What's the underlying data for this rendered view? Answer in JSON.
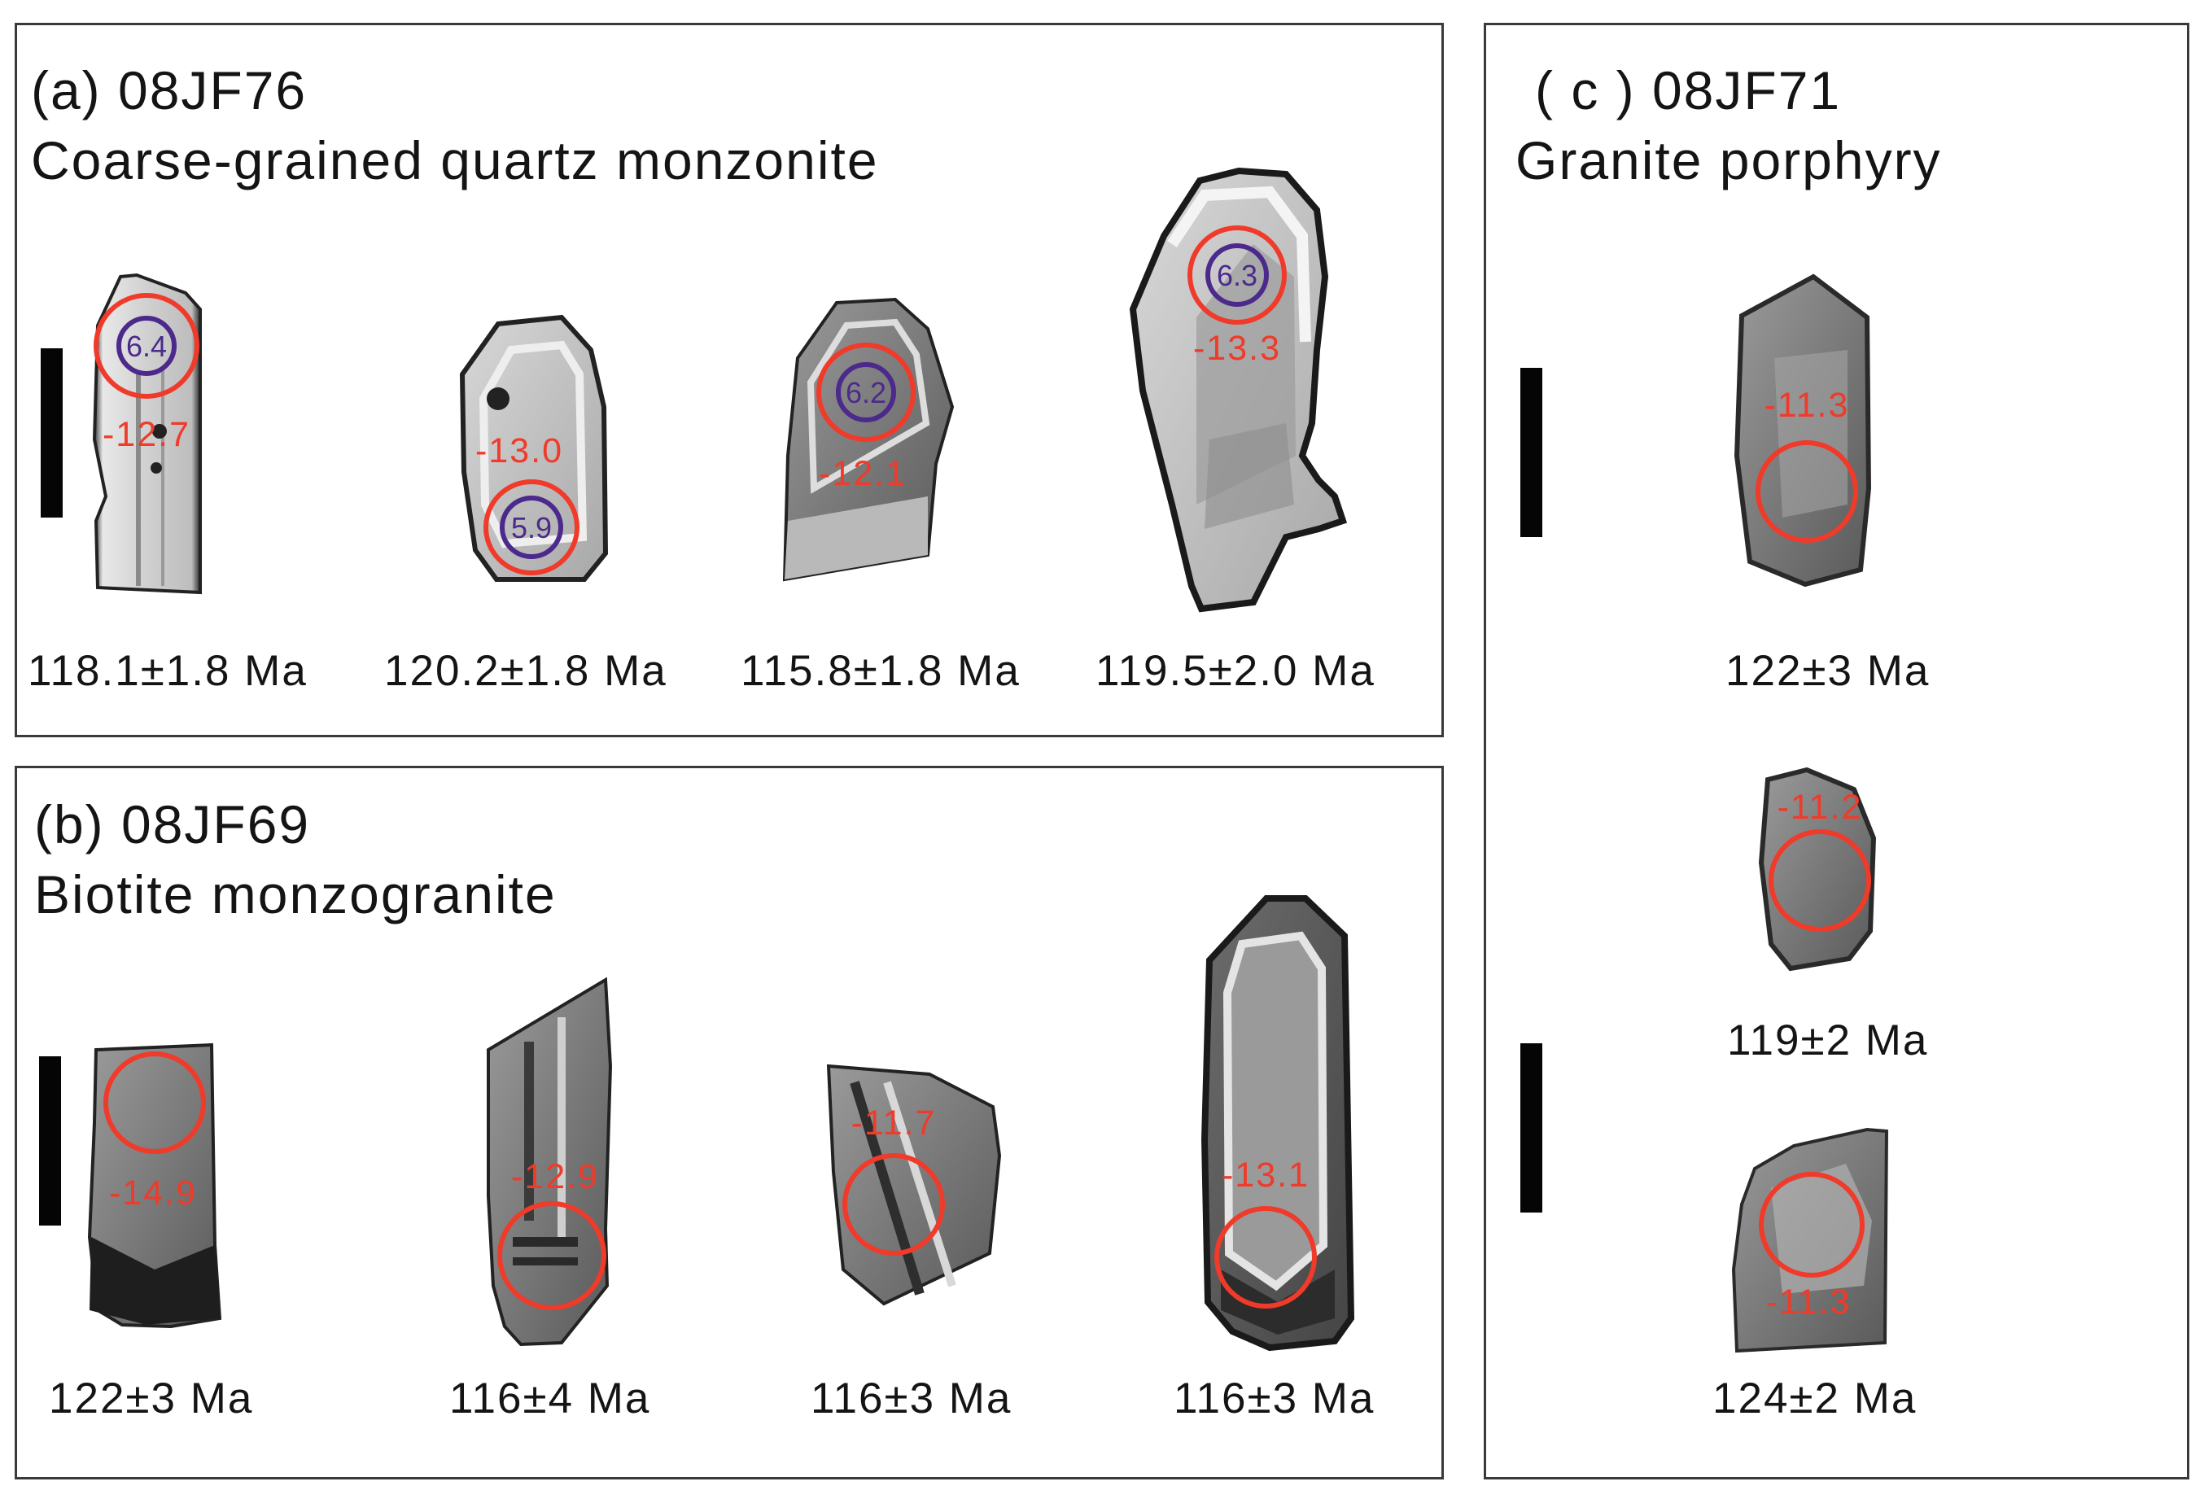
{
  "panels": {
    "a": {
      "title_line1": "(a) 08JF76",
      "title_line2": "Coarse-grained quartz monzonite",
      "grains": [
        {
          "age": "118.1±1.8 Ma",
          "eps": "-12.7",
          "o18": "6.4"
        },
        {
          "age": "120.2±1.8 Ma",
          "eps": "-13.0",
          "o18": "5.9"
        },
        {
          "age": "115.8±1.8 Ma",
          "eps": "-12.1",
          "o18": "6.2"
        },
        {
          "age": "119.5±2.0 Ma",
          "eps": "-13.3",
          "o18": "6.3"
        }
      ]
    },
    "b": {
      "title_line1": "(b) 08JF69",
      "title_line2": "Biotite monzogranite",
      "grains": [
        {
          "age": "122±3 Ma",
          "eps": "-14.9"
        },
        {
          "age": "116±4 Ma",
          "eps": "-12.9"
        },
        {
          "age": "116±3 Ma",
          "eps": "-11.7"
        },
        {
          "age": "116±3 Ma",
          "eps": "-13.1"
        }
      ]
    },
    "c": {
      "title_line1": "( c ) 08JF71",
      "title_line2": "Granite porphyry",
      "grains": [
        {
          "age": "122±3 Ma",
          "eps": "-11.3"
        },
        {
          "age": "119±2 Ma",
          "eps": "-11.2"
        },
        {
          "age": "124±2 Ma",
          "eps": "-11.3"
        }
      ]
    }
  },
  "colors": {
    "frame": "#3a3a3a",
    "spot_circle": "#f03a2a",
    "epsilon_text": "#f03a2a",
    "oxygen_circle": "#4c2a8c",
    "scale_bar": "#050505"
  }
}
